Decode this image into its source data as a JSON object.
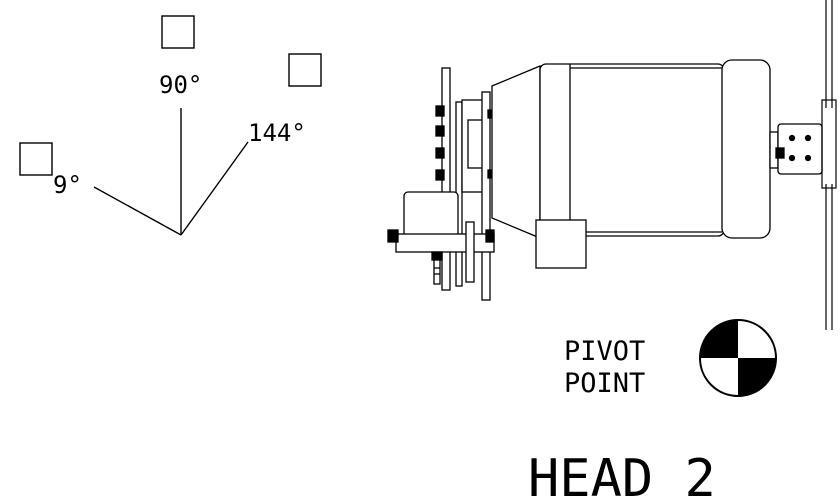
{
  "angle_labels": {
    "left": "9°",
    "top": "90°",
    "right": "144°"
  },
  "pivot": {
    "line1": "PIVOT",
    "line2": "POINT"
  },
  "head_label": "HEAD 2",
  "colors": {
    "ink": "#000000",
    "paper": "#ffffff"
  }
}
